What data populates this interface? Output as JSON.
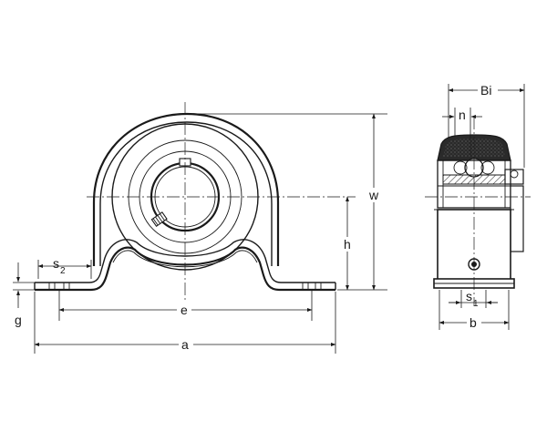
{
  "drawing": {
    "colors": {
      "ink": "#1a1a1a",
      "paper": "#ffffff",
      "seal": "#2a2a2a"
    },
    "labels": {
      "s2": "s",
      "s2_sub": "2",
      "g": "g",
      "e": "e",
      "a": "a",
      "h": "h",
      "w": "w",
      "Bi": "Bi",
      "n": "n",
      "s1": "s",
      "s1_sub": "1",
      "b": "b"
    }
  }
}
